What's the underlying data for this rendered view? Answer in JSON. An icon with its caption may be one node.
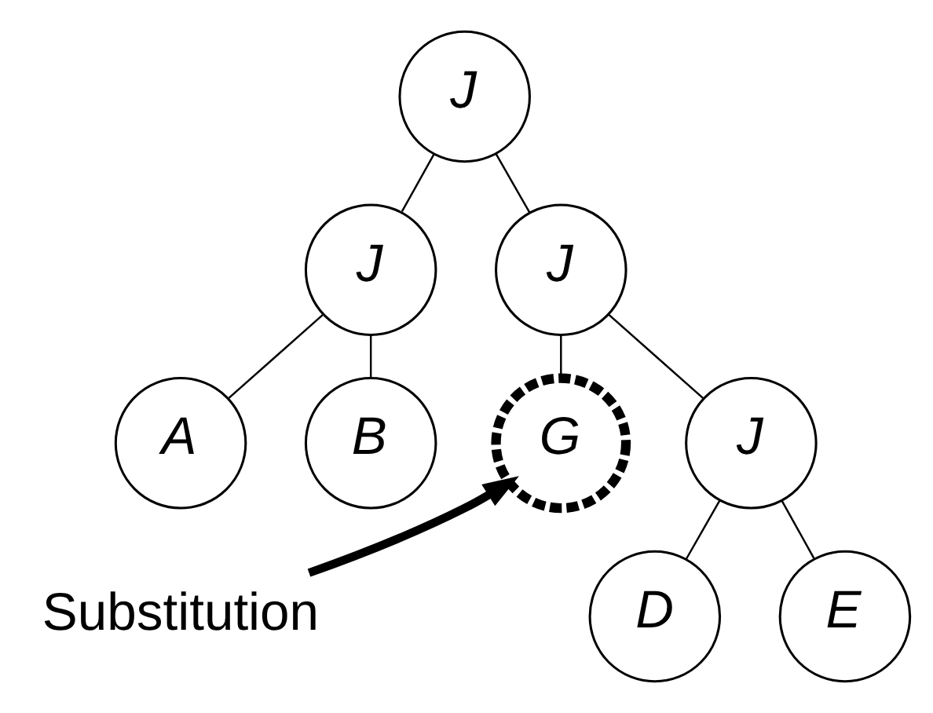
{
  "diagram": {
    "nodes": [
      {
        "text": [
          "J"
        ]
      },
      {
        "text": [
          "J"
        ]
      },
      {
        "text": [
          "J"
        ]
      },
      {
        "text": [
          "A"
        ]
      },
      {
        "text": [
          "B"
        ]
      },
      {
        "text": [
          "G"
        ]
      },
      {
        "text": [
          "J"
        ]
      },
      {
        "text": [
          "D"
        ]
      },
      {
        "text": [
          "E"
        ]
      },
      {
        "text": [
          "Substitution"
        ]
      }
    ],
    "edges": [
      {
        "from": 0,
        "to": 1,
        "arrow": "none"
      },
      {
        "from": 0,
        "to": 2,
        "arrow": "none"
      },
      {
        "from": 1,
        "to": 3,
        "arrow": "none"
      },
      {
        "from": 1,
        "to": 4,
        "arrow": "none"
      },
      {
        "from": 2,
        "to": 5,
        "arrow": "none"
      },
      {
        "from": 2,
        "to": 6,
        "arrow": "none"
      },
      {
        "from": 6,
        "to": 7,
        "arrow": "none"
      },
      {
        "from": 6,
        "to": 8,
        "arrow": "none"
      },
      {
        "from": 9,
        "to": 5,
        "arrow": "to",
        "style": "thick"
      }
    ]
  }
}
